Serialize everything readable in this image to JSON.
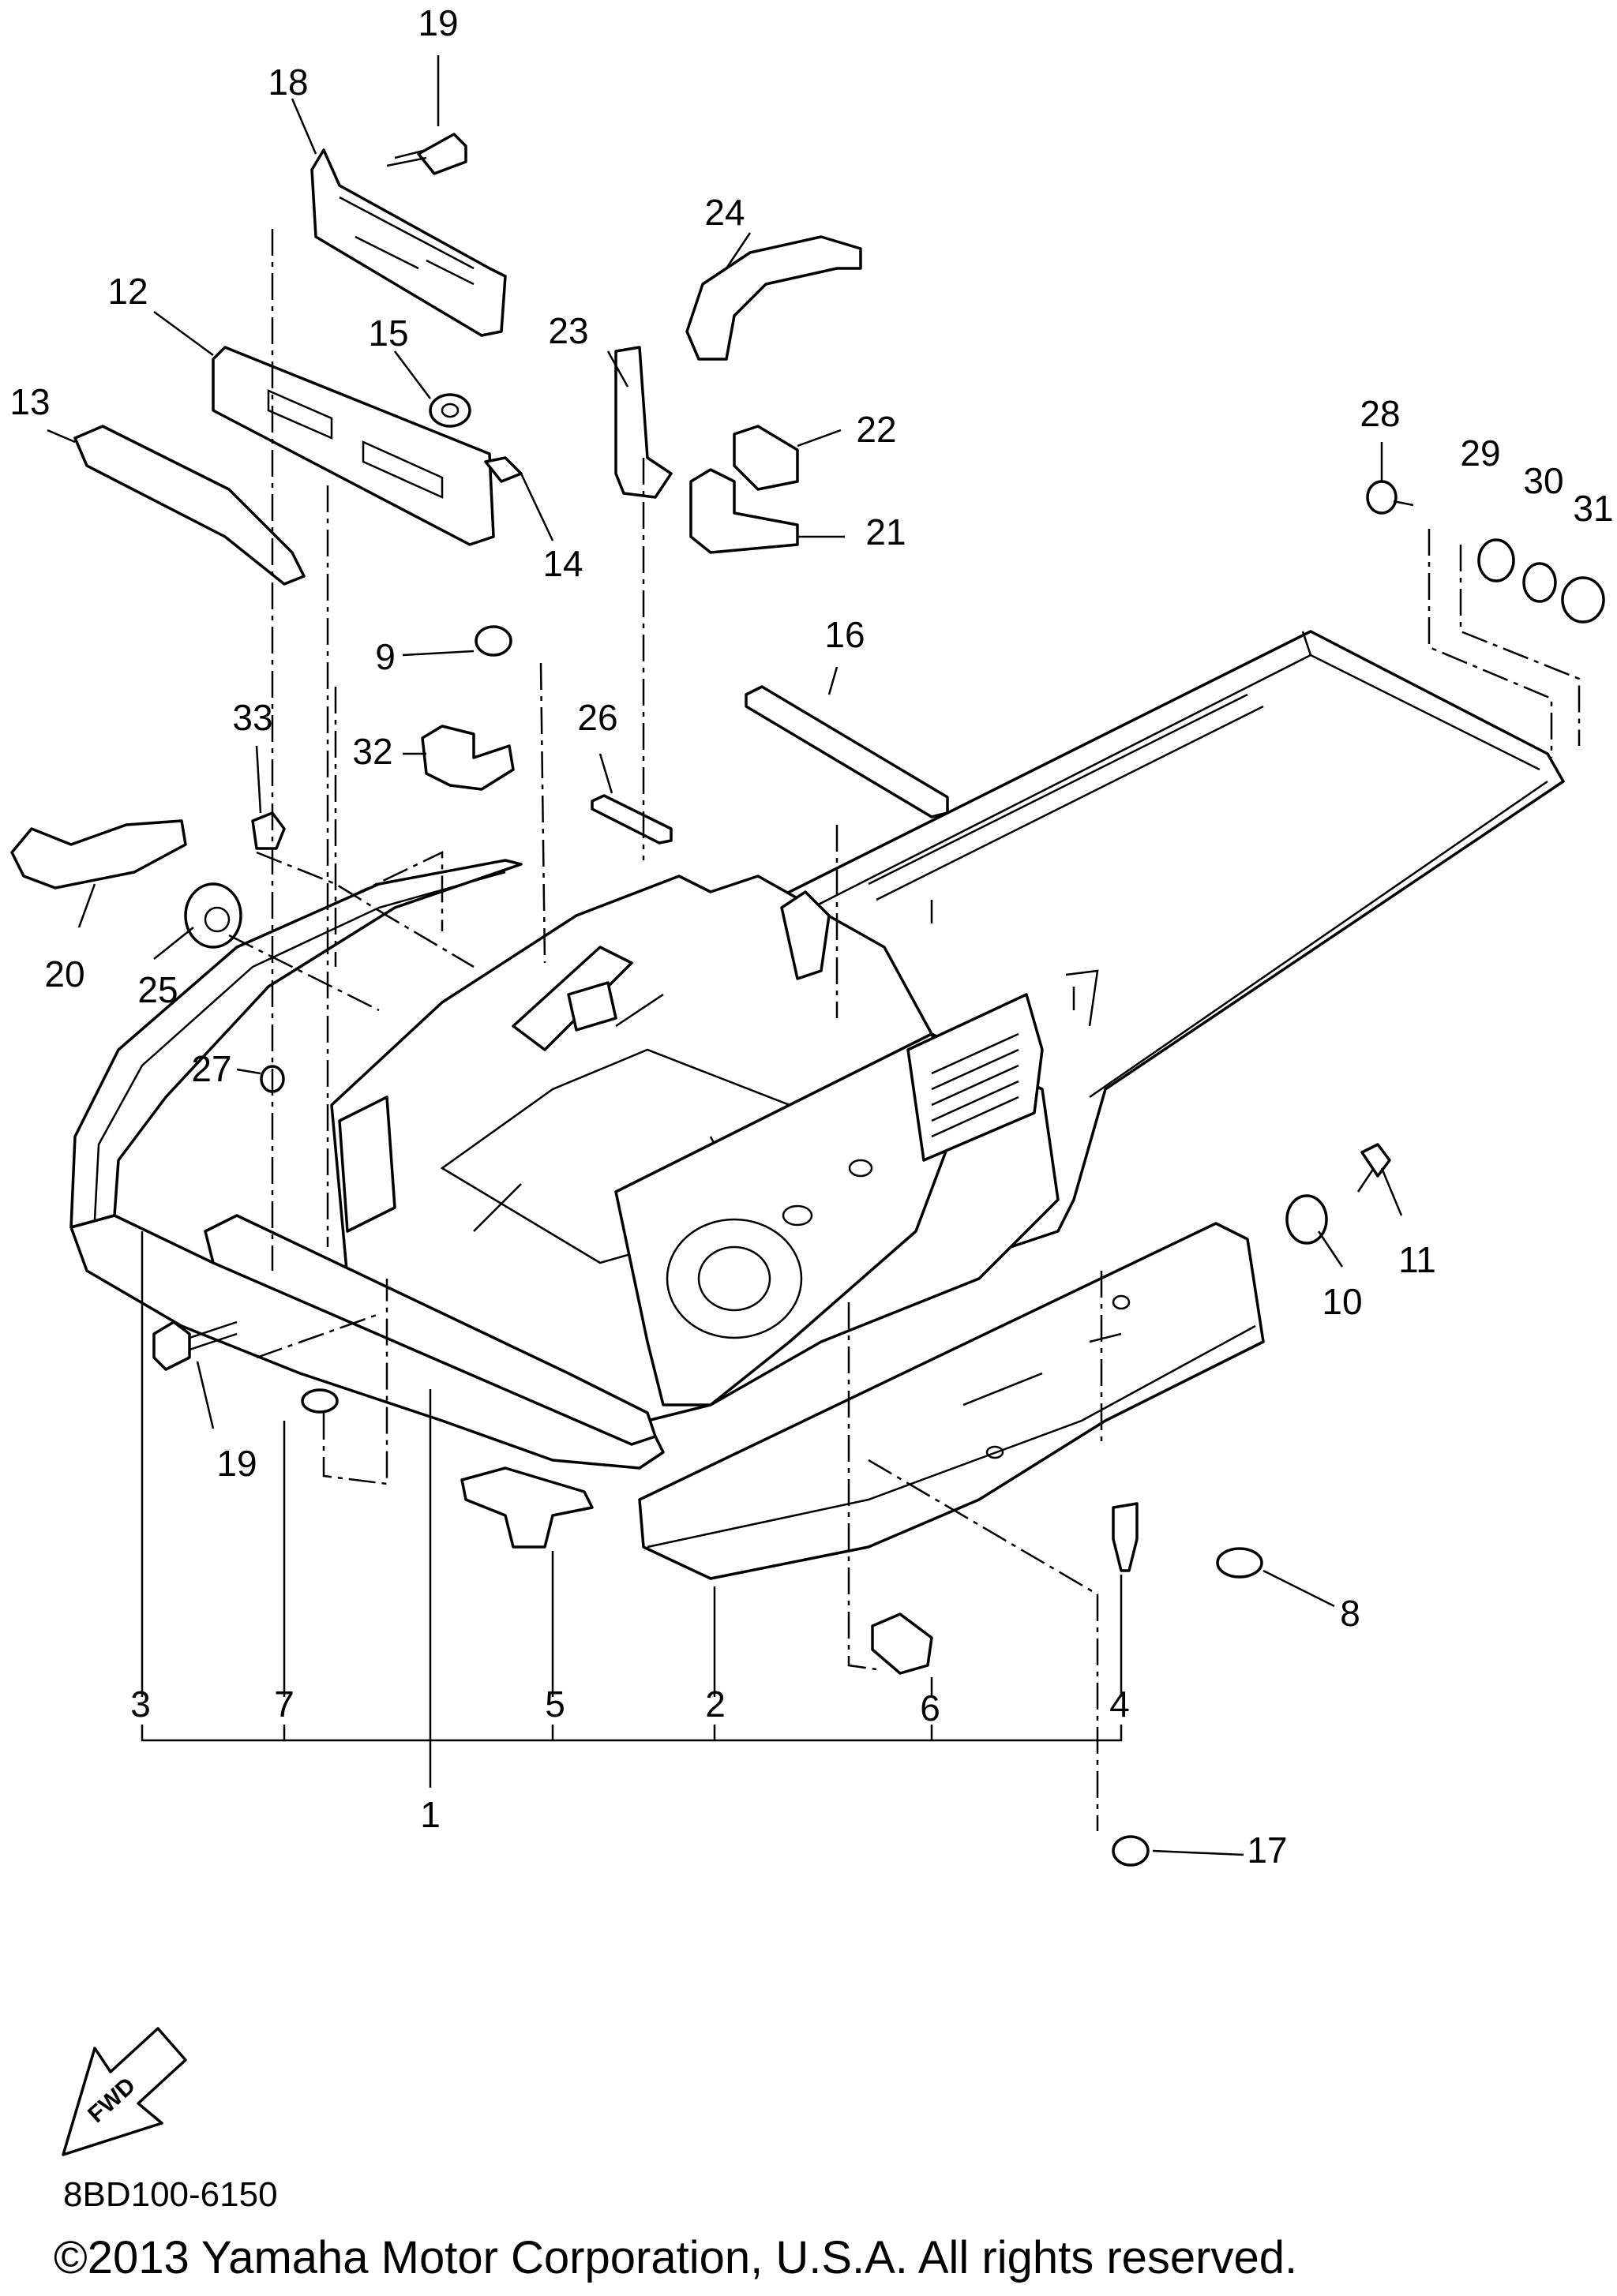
{
  "callouts": [
    {
      "label": "19"
    },
    {
      "label": "18"
    },
    {
      "label": "24"
    },
    {
      "label": "12"
    },
    {
      "label": "15"
    },
    {
      "label": "23"
    },
    {
      "label": "22"
    },
    {
      "label": "13"
    },
    {
      "label": "14"
    },
    {
      "label": "21"
    },
    {
      "label": "28"
    },
    {
      "label": "29"
    },
    {
      "label": "30"
    },
    {
      "label": "31"
    },
    {
      "label": "16"
    },
    {
      "label": "9"
    },
    {
      "label": "33"
    },
    {
      "label": "26"
    },
    {
      "label": "32"
    },
    {
      "label": "20"
    },
    {
      "label": "25"
    },
    {
      "label": "27"
    },
    {
      "label": "11"
    },
    {
      "label": "10"
    },
    {
      "label": "19"
    },
    {
      "label": "8"
    },
    {
      "label": "3"
    },
    {
      "label": "7"
    },
    {
      "label": "5"
    },
    {
      "label": "2"
    },
    {
      "label": "6"
    },
    {
      "label": "4"
    },
    {
      "label": "1"
    },
    {
      "label": "17"
    }
  ],
  "fwd_arrow": {
    "label": "FWD",
    "icon": "fwd-arrow-icon"
  },
  "footer": {
    "ref_code": "8BD100-6150",
    "copyright": "©2013 Yamaha Motor Corporation, U.S.A. All rights reserved."
  }
}
